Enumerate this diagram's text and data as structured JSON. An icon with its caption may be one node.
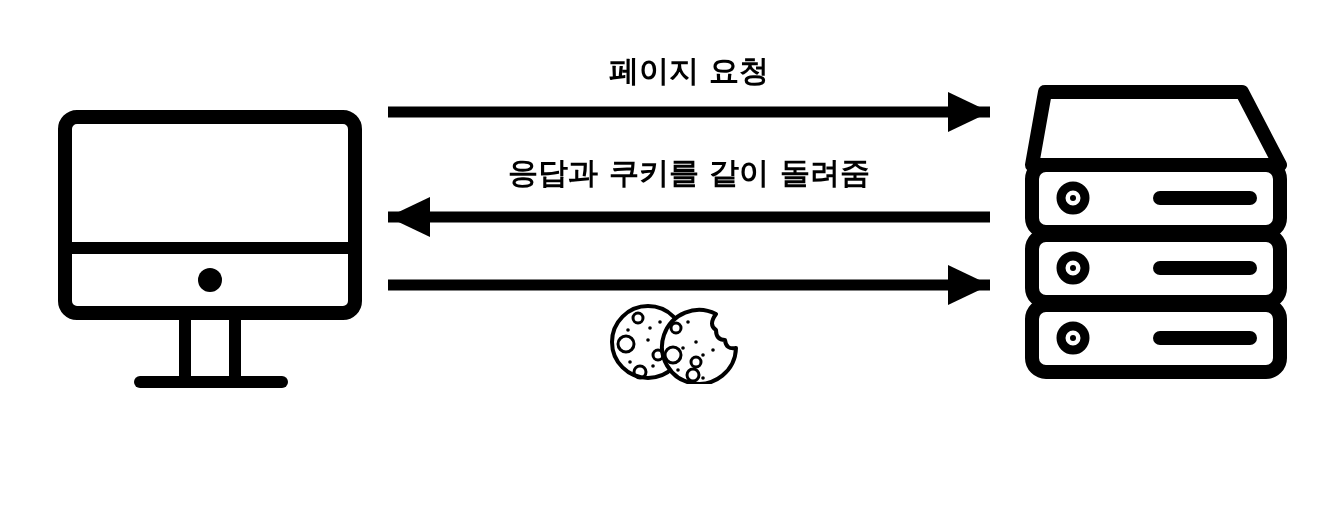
{
  "diagram": {
    "nodes": [
      {
        "text": [],
        "shape": "picture"
      },
      {
        "text": [],
        "shape": "picture"
      }
    ],
    "edges": [
      {
        "from": 0,
        "to": 1,
        "arrow": "to",
        "label": "페이지 요청"
      },
      {
        "from": 1,
        "to": 0,
        "arrow": "to",
        "label": "응답과 쿠키를 같이 돌려줌"
      },
      {
        "from": 0,
        "to": 1,
        "arrow": "to"
      }
    ]
  }
}
